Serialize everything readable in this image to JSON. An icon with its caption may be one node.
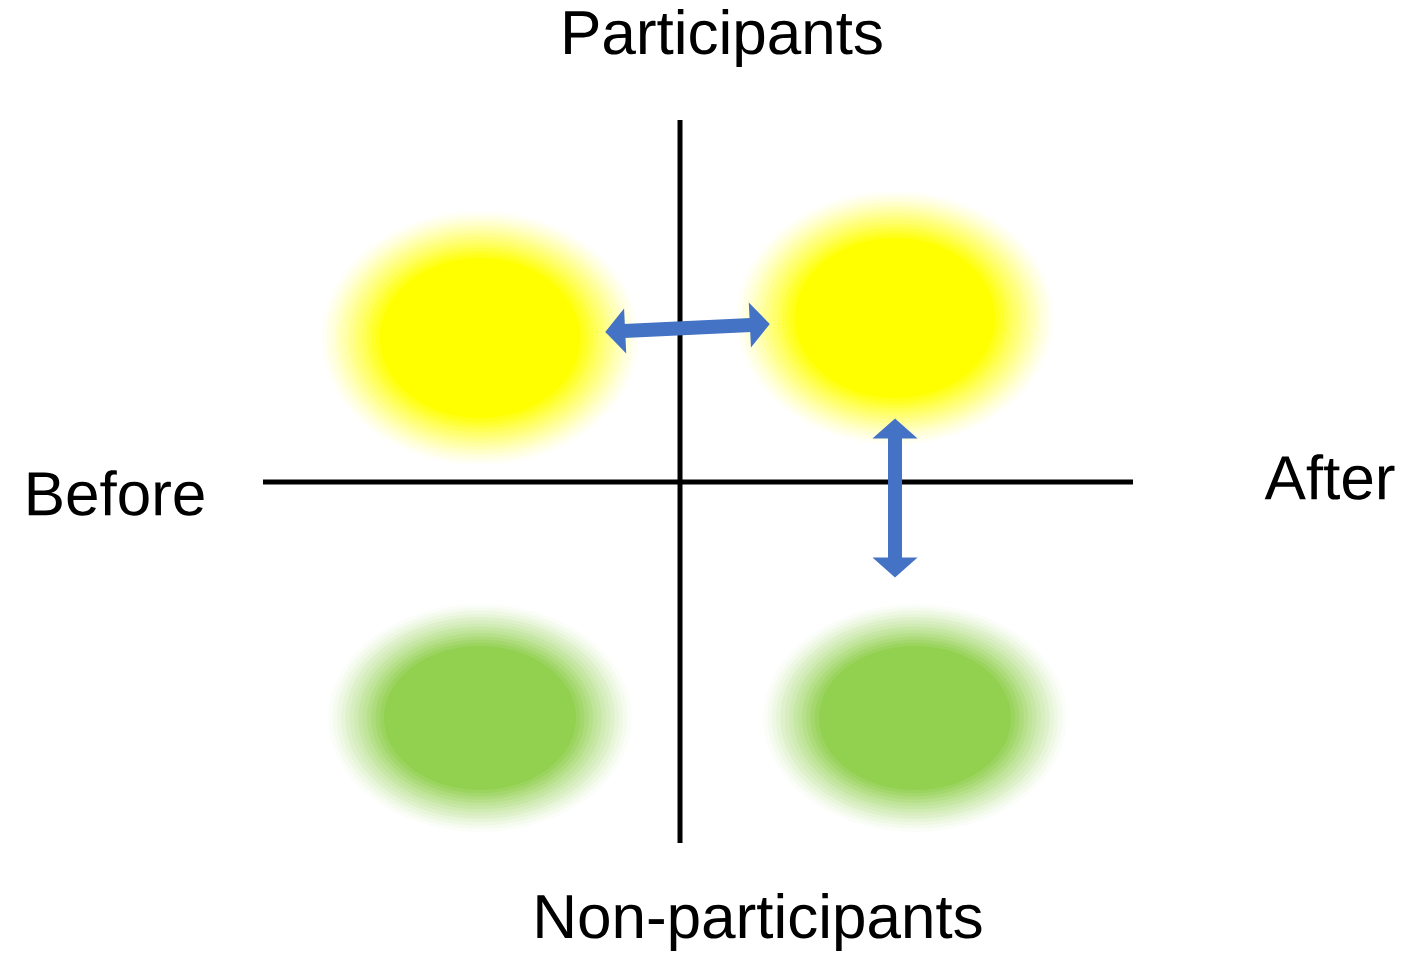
{
  "diagram": {
    "nodes": [
      {
        "text": [],
        "shape": "circle"
      },
      {
        "text": [],
        "shape": "circle"
      },
      {
        "text": [],
        "shape": "circle"
      },
      {
        "text": [],
        "shape": "circle"
      }
    ],
    "edges": [
      {
        "from": 0,
        "to": 1,
        "arrow": "both"
      },
      {
        "from": 1,
        "to": 3,
        "arrow": "both"
      }
    ],
    "labels": [
      "Participants",
      "Before",
      "After",
      "Non-participants"
    ]
  }
}
